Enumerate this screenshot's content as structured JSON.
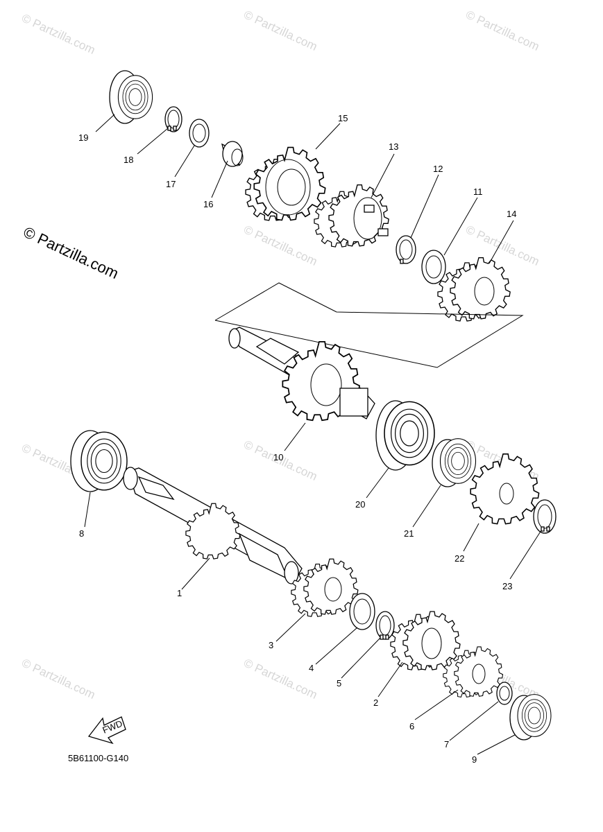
{
  "watermark": "© Partzilla.com",
  "copyright": "© Partzilla.com",
  "diagram_code": "5B61100-G140",
  "fwd_label": "FWD",
  "callouts": [
    "1",
    "2",
    "3",
    "4",
    "5",
    "6",
    "7",
    "8",
    "9",
    "10",
    "11",
    "12",
    "13",
    "14",
    "15",
    "16",
    "17",
    "18",
    "19",
    "20",
    "21",
    "22",
    "23"
  ]
}
